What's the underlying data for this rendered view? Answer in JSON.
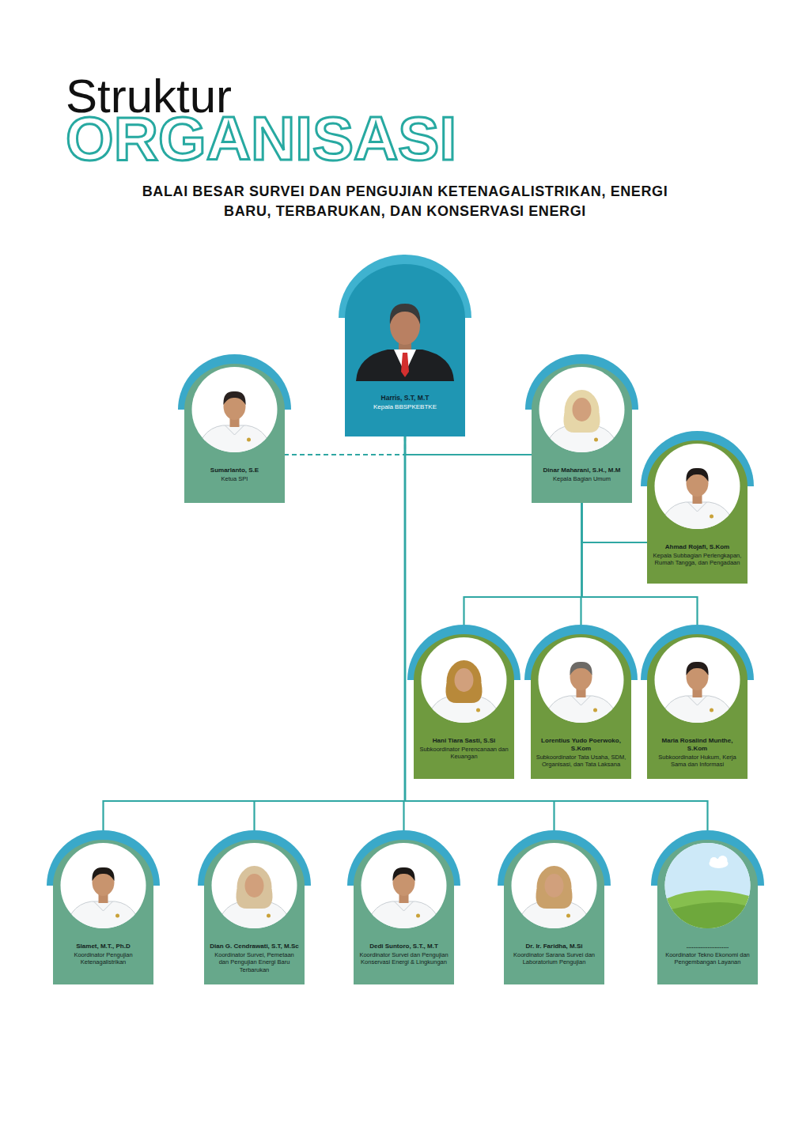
{
  "diagram": {
    "title": "Struktur",
    "nodes": [
      {
        "text": [
          "Harris, S.T, M.T",
          "Kepala BBSPKEBTKE"
        ]
      },
      {
        "text": [
          "Sumarlanto, S.E",
          "Ketua SPI"
        ]
      },
      {
        "text": [
          "Dinar Maharani, S.H., M.M",
          "Kepala Bagian Umum"
        ]
      },
      {
        "text": [
          "Ahmad Rojafi, S.Kom",
          "Kepala Subbagian Perlengkapan, Rumah Tangga, dan Pengadaan"
        ]
      },
      {
        "text": [
          "Hani Tiara Sasti, S.Si",
          "Subkoordinator Perencanaan dan Keuangan"
        ]
      },
      {
        "text": [
          "Lorentius Yudo Poerwoko, S.Kom",
          "Subkoordinator Tata Usaha, SDM, Organisasi, dan Tata Laksana"
        ]
      },
      {
        "text": [
          "Maria Rosalind Munthe, S.Kom",
          "Subkoordinator Hukum, Kerja Sama dan Informasi"
        ]
      },
      {
        "text": [
          "Slamet, M.T., Ph.D",
          "Koordinator Pengujian Ketenagalistrikan"
        ]
      },
      {
        "text": [
          "Dian G. Cendrawati, S.T, M.Sc",
          "Koordinator Survei, Pemetaan dan Pengujian Energi Baru Terbarukan"
        ]
      },
      {
        "text": [
          "Dedi Suntoro, S.T., M.T",
          "Koordinator Survei dan Pengujian Konservasi Energi & Lingkungan"
        ]
      },
      {
        "text": [
          "Dr. Ir. Faridha, M.Si",
          "Koordinator Sarana Survei dan Laboratorium Pengujian"
        ]
      },
      {
        "text": [
          "........................",
          "Koordinator Tekno Ekonomi dan Pengembangan Layanan"
        ]
      }
    ],
    "edges": [
      {
        "from": 0,
        "to": 1,
        "arrow": "none"
      },
      {
        "from": 0,
        "to": 2,
        "arrow": "none"
      },
      {
        "from": 2,
        "to": 3,
        "arrow": "none"
      },
      {
        "from": 2,
        "to": 4,
        "arrow": "none"
      },
      {
        "from": 2,
        "to": 5,
        "arrow": "none"
      },
      {
        "from": 2,
        "to": 6,
        "arrow": "none"
      },
      {
        "from": 0,
        "to": 7,
        "arrow": "none"
      },
      {
        "from": 0,
        "to": 8,
        "arrow": "none"
      },
      {
        "from": 0,
        "to": 9,
        "arrow": "none"
      },
      {
        "from": 0,
        "to": 10,
        "arrow": "none"
      },
      {
        "from": 0,
        "to": 11,
        "arrow": "none"
      }
    ],
    "labels": [
      "ORGANISASI",
      "BALAI BESAR SURVEI DAN PENGUJIAN KETENAGALISTRIKAN, ENERGI BARU, TERBARUKAN, DAN KONSERVASI ENERGI"
    ]
  }
}
